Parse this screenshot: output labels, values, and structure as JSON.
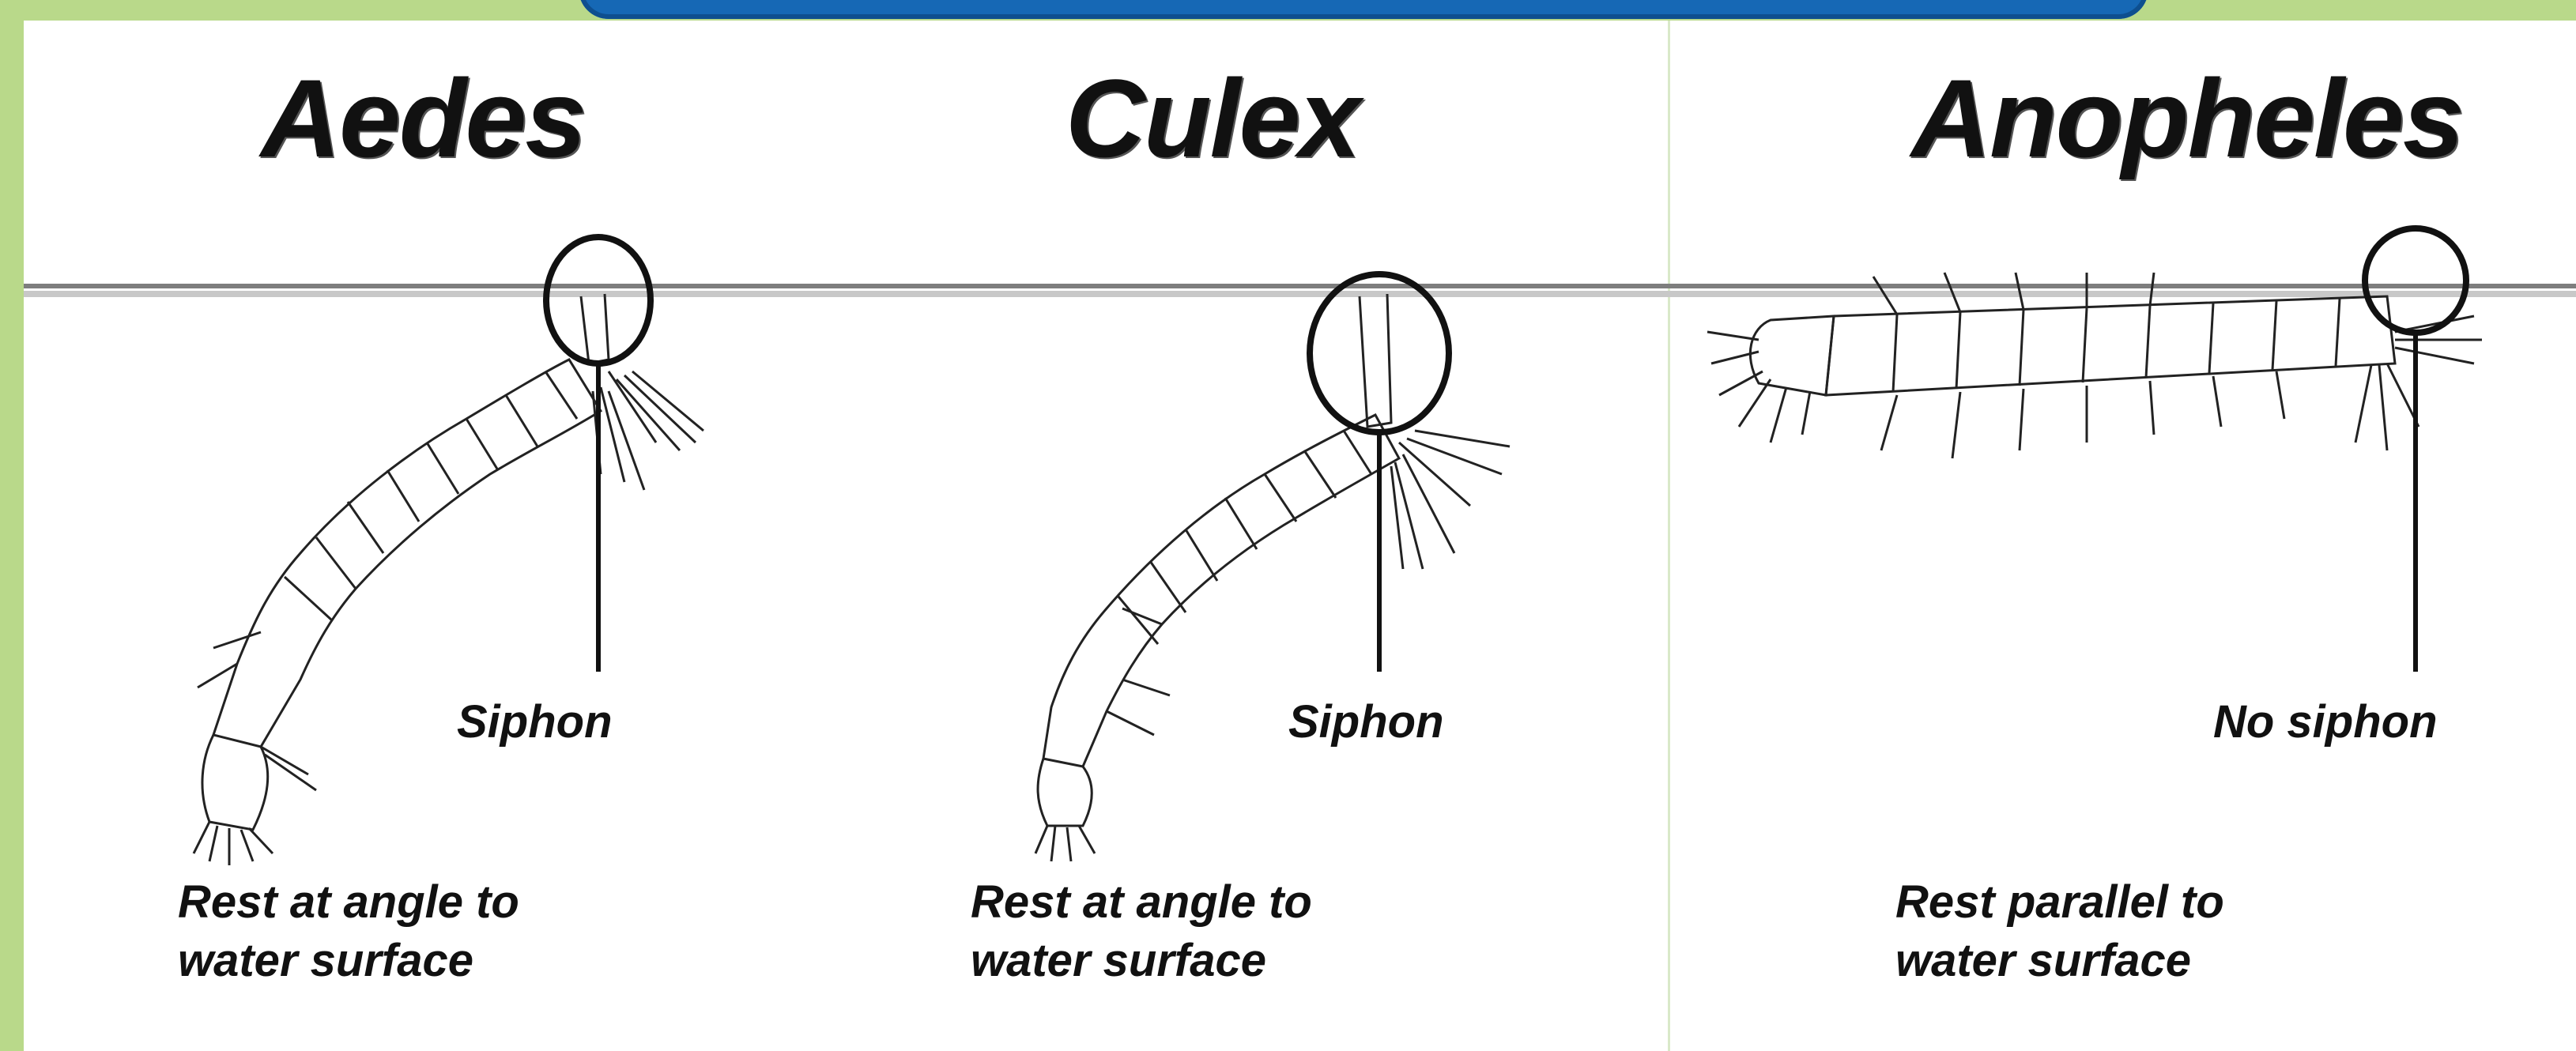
{
  "panels": [
    {
      "genus": "Aedes",
      "siphon_label": "Siphon",
      "rest_line1": "Rest at angle to",
      "rest_line2": "water surface"
    },
    {
      "genus": "Culex",
      "siphon_label": "Siphon",
      "rest_line1": "Rest at angle to",
      "rest_line2": "water surface"
    },
    {
      "genus": "Anopheles",
      "siphon_label": "No siphon",
      "rest_line1": "Rest parallel to",
      "rest_line2": "water surface"
    }
  ],
  "colors": {
    "background": "#b9d98a",
    "banner": "#1668b5",
    "ink": "#111111",
    "water_line": "#9a9a9a"
  }
}
